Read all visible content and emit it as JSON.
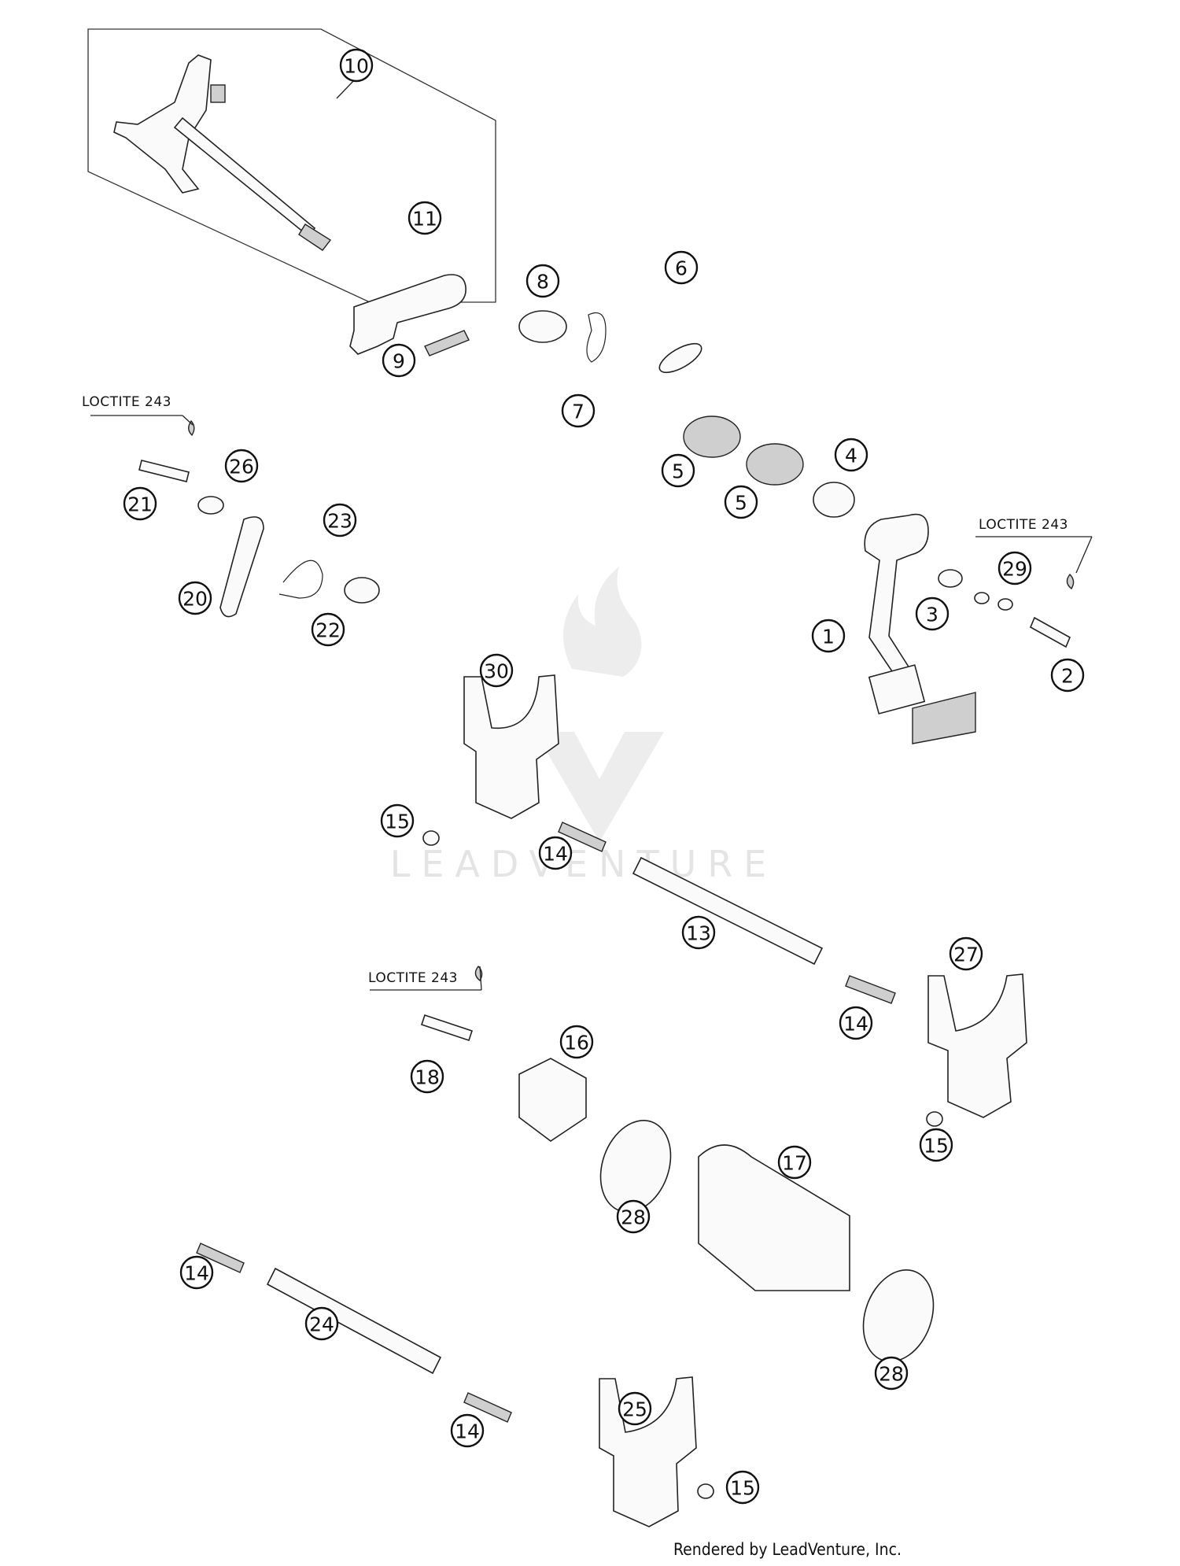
{
  "diagram": {
    "callouts": [
      "10",
      "11",
      "8",
      "9",
      "7",
      "6",
      "5",
      "5",
      "4",
      "1",
      "3",
      "29",
      "2",
      "21",
      "26",
      "23",
      "20",
      "22",
      "30",
      "15",
      "14",
      "13",
      "27",
      "14",
      "18",
      "16",
      "28",
      "17",
      "15",
      "14",
      "24",
      "28",
      "25",
      "14",
      "15"
    ],
    "loctite_labels": [
      "LOCTITE 243",
      "LOCTITE 243",
      "LOCTITE 243"
    ],
    "watermark": "LEADVENTURE",
    "footer": "Rendered by LeadVenture, Inc."
  }
}
